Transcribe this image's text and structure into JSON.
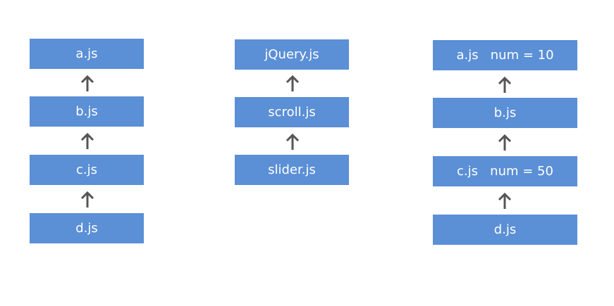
{
  "colors": {
    "box": "#5b8fd6",
    "box_text": "#ffffff",
    "arrow": "#555555",
    "background": "#ffffff"
  },
  "columns": [
    {
      "boxes": [
        {
          "label": "a.js"
        },
        {
          "label": "b.js"
        },
        {
          "label": "c.js"
        },
        {
          "label": "d.js"
        }
      ]
    },
    {
      "boxes": [
        {
          "label": "jQuery.js"
        },
        {
          "label": "scroll.js"
        },
        {
          "label": "slider.js"
        }
      ]
    },
    {
      "boxes": [
        {
          "label": "a.js   num = 10"
        },
        {
          "label": "b.js"
        },
        {
          "label": "c.js   num = 50"
        },
        {
          "label": "d.js"
        }
      ]
    }
  ]
}
